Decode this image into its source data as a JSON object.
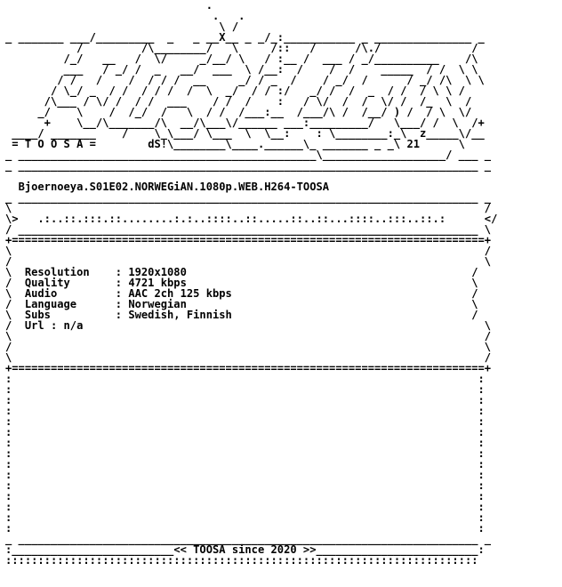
{
  "release_name": "Bjoernoeya.S01E02.NORWEGiAN.1080p.WEB.H264-TOOSA",
  "group_tag": "= T O O S A =",
  "artist_tag": "dS!",
  "year_tag": "21",
  "footer_text": "<< TOOSA since 2020 >>",
  "fields": [
    {
      "label": "Resolution",
      "value": "1920x1080"
    },
    {
      "label": "Quality",
      "value": "4721 kbps"
    },
    {
      "label": "Audio",
      "value": "AAC 2ch 125 kbps"
    },
    {
      "label": "Language",
      "value": "Norwegian"
    },
    {
      "label": "Subs",
      "value": "Swedish, Finnish"
    }
  ],
  "url_line": "Url : n/a",
  "ascii_logo": [
    "",
    "                                        .",
    "                                         .   /",
    "                                          \\_/",
    "_ _______ ___/_________  _   _ __X__ _ _/_:___________ _ ___________ _ _",
    "           /         /\\_________ /  \\     /::   /   /\\./          _/",
    "          /_/   __   /  \\/      /_/  \\   / :    /   /  /    /      /\\",
    "          __   /    /  _    ___/      \\ /__:  ___   _/   /  ___   /  \\",
    "         / /  /    /  / /  /     __    /  _  /       /  /  /   \\ /   /",
    "        /  \\_/    /  / /  /     /  \\  /  / :/   _   /  /  /  _/\\/   /",
    "       /\\___     /  / /  /__   /   / /  /  :   / \\_/  /  /  /  /   /",
    "      _/    \\   /  /_/      \\ /   / /  /___:__/___/\\ /  /__/  /  _/",
    "       +    \\__/\\_______     /\\___\\/__________:_________/    \\___/ +",
    "  ____/ _____    /    \\_\\___/         \\    :           : _\\  z_____",
    "  ",
    "_ ____________________________________________________________ _______ _"
  ],
  "frame_lines": {
    "top_rule": "_ _______________________________________________________________________ _",
    "dots_row": "  .:..::.:::.::........:.:..::::..::.....::..::...::::..:::..::.:",
    "divider": "+=========================================================================+",
    "bottom_rule": "_ _______________________________________________________________________ _",
    "last_row": ":::::::::::::::::::::::::::::::::::::::::::::::::::::::::::::::::::::::::"
  }
}
